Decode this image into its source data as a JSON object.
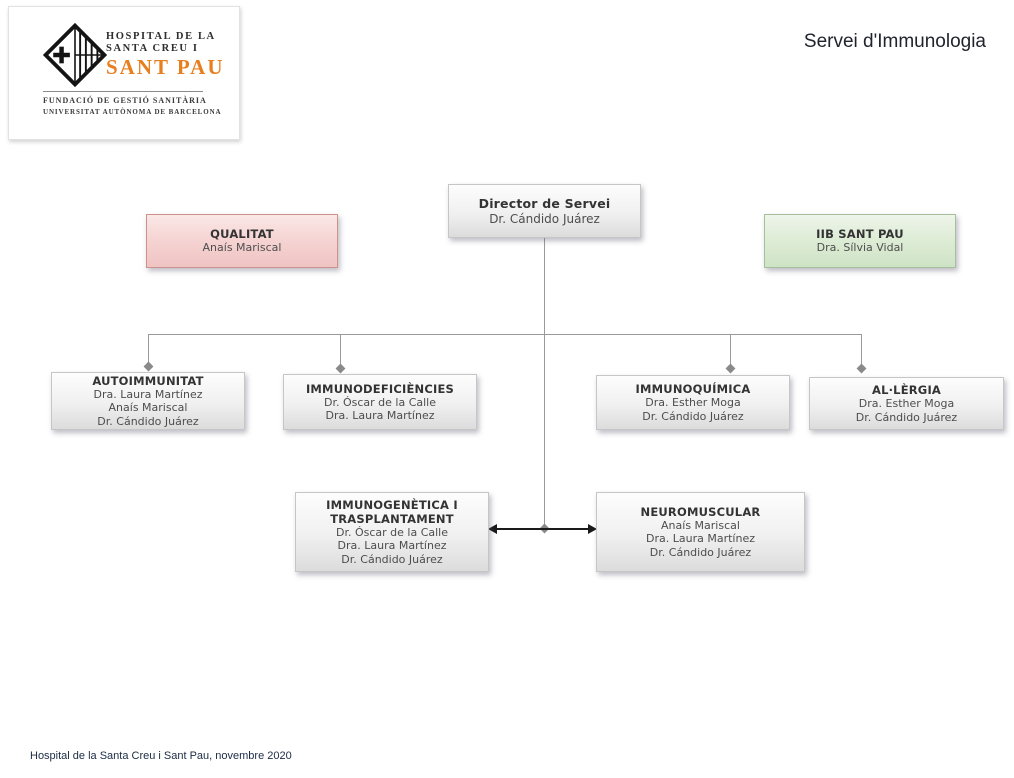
{
  "header": {
    "logo": {
      "name_line1": "HOSPITAL DE LA",
      "name_line2": "SANTA CREU I",
      "name_line3": "SANT PAU",
      "sub_line1": "FUNDACIÓ DE GESTIÓ SANITÀRIA",
      "sub_line2": "UNIVERSITAT AUTÒNOMA DE BARCELONA"
    },
    "title": "Servei d'Immunologia"
  },
  "chart": {
    "director": {
      "title": "Director de Servei",
      "members": [
        "Dr. Cándido Juárez"
      ]
    },
    "qualitat": {
      "title": "QUALITAT",
      "members": [
        "Anaís Mariscal"
      ]
    },
    "iib": {
      "title": "IIB SANT PAU",
      "members": [
        "Dra. Sílvia Vidal"
      ]
    },
    "units_row1": [
      {
        "title": "AUTOIMMUNITAT",
        "members": [
          "Dra. Laura Martínez",
          "Anaís Mariscal",
          "Dr. Cándido Juárez"
        ]
      },
      {
        "title": "IMMUNODEFICIÈNCIES",
        "members": [
          "Dr. Óscar de la Calle",
          "Dra. Laura Martínez"
        ]
      },
      {
        "title": "IMMUNOQUÍMICA",
        "members": [
          "Dra. Esther Moga",
          "Dr. Cándido Juárez"
        ]
      },
      {
        "title": "AL·LÈRGIA",
        "members": [
          "Dra. Esther Moga",
          "Dr. Cándido Juárez"
        ]
      }
    ],
    "units_row2": [
      {
        "title": "IMMUNOGENÈTICA I TRASPLANTAMENT",
        "members": [
          "Dr. Óscar de la Calle",
          "Dra. Laura Martínez",
          "Dr. Cándido Juárez"
        ]
      },
      {
        "title": "NEUROMUSCULAR",
        "members": [
          "Anaís Mariscal",
          "Dra. Laura Martínez",
          "Dr. Cándido Juárez"
        ]
      }
    ]
  },
  "footer": {
    "text": "Hospital de la Santa Creu i Sant Pau, novembre 2020"
  },
  "colors": {
    "logo_accent_orange": "#e87f1f",
    "qualitat_fill": "#f3c9c8",
    "iib_fill": "#d5e7cb",
    "unit_fill": "#e6e6e6",
    "connector_gray": "#9a9a9a",
    "arrow_black": "#1a1a1a"
  }
}
